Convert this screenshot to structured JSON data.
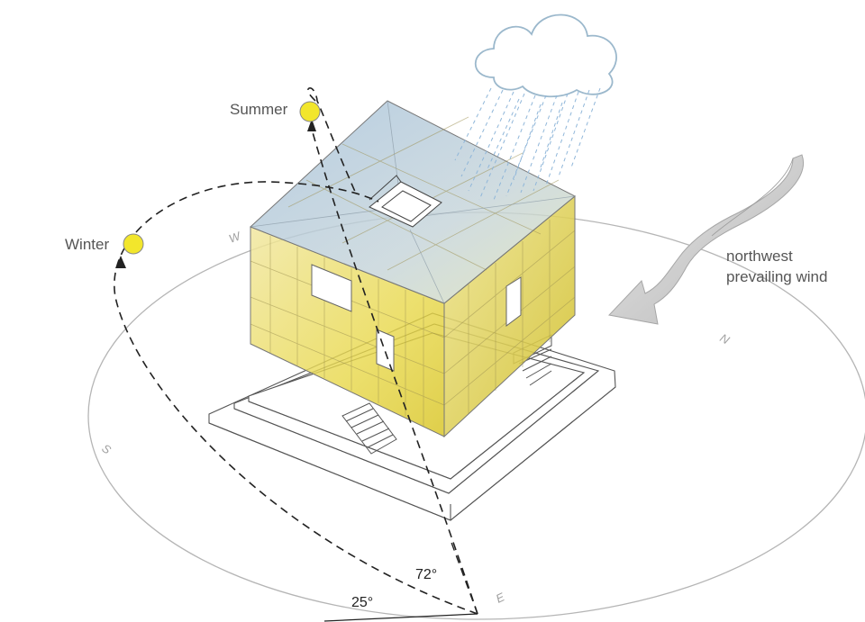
{
  "labels": {
    "summer": "Summer",
    "winter": "Winter",
    "wind_line1": "northwest",
    "wind_line2": "prevailing wind",
    "angle_summer": "72°",
    "angle_winter": "25°"
  },
  "compass": {
    "west": "W",
    "north": "N",
    "south": "S",
    "east": "E"
  },
  "colors": {
    "facade_yellow": "#e8d84a",
    "roof_blue": "#a9c4dc",
    "sun": "#f2e62c",
    "compass_ring": "#b5b5b5",
    "rain": "#8fb6d9",
    "wind": "#c9c9c9"
  },
  "icons": [
    "sun-icon",
    "cloud-icon",
    "rain-icon",
    "wind-arrow-icon"
  ]
}
